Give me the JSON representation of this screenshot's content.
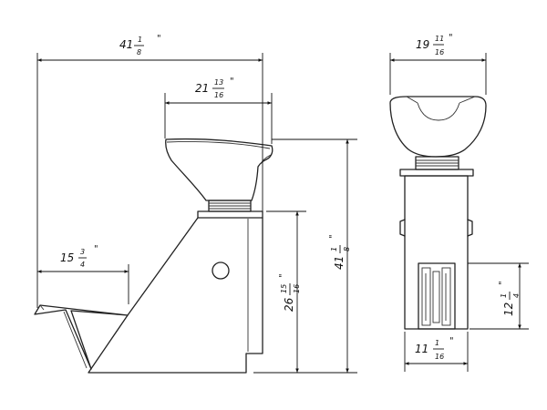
{
  "side_view": {
    "overall_length": {
      "whole": "41",
      "num": "1",
      "den": "8",
      "unit": "\""
    },
    "bowl_depth": {
      "whole": "21",
      "num": "13",
      "den": "16",
      "unit": "\""
    },
    "footrest_length": {
      "whole": "15",
      "num": "3",
      "den": "4",
      "unit": "\""
    },
    "overall_height": {
      "whole": "41",
      "num": "1",
      "den": "8",
      "unit": "\""
    },
    "cabinet_height": {
      "whole": "26",
      "num": "15",
      "den": "16",
      "unit": "\""
    }
  },
  "front_view": {
    "bowl_width": {
      "whole": "19",
      "num": "11",
      "den": "16",
      "unit": "\""
    },
    "base_width": {
      "whole": "11",
      "num": "1",
      "den": "16",
      "unit": "\""
    },
    "plate_height": {
      "whole": "12",
      "num": "1",
      "den": "4",
      "unit": "\""
    }
  }
}
